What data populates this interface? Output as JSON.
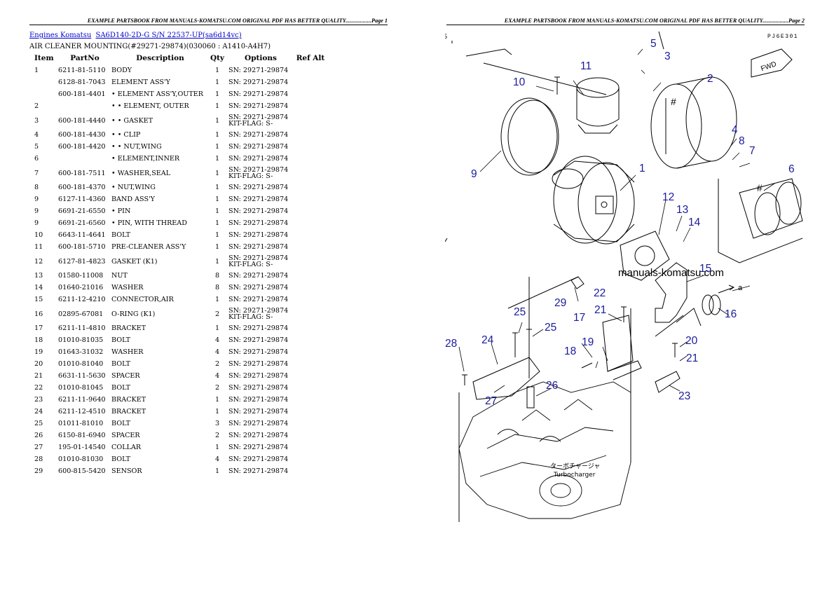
{
  "header_left": "EXAMPLE PARTSBOOK FROM MANUALS-KOMATSU.COM ORIGINAL PDF HAS BETTER QUALITY..................Page 1",
  "header_right": "EXAMPLE PARTSBOOK FROM MANUALS-KOMATSU.COM ORIGINAL PDF HAS BETTER QUALITY..................Page 2",
  "breadcrumb": {
    "brand": "Engines Komatsu",
    "model": "SA6D140-2D-G S/N 22537-UP(sa6d14vc)"
  },
  "section_title": "AIR CLEANER MOUNTING(#29271-29874)(030060 : A1410-A4H7)",
  "columns": {
    "item": "Item",
    "partno": "PartNo",
    "description": "Description",
    "qty": "Qty",
    "options": "Options",
    "refalt": "Ref Alt"
  },
  "parts": [
    {
      "item": "1",
      "partno": "6211-81-5110",
      "description": "BODY",
      "qty": "1",
      "options": "SN: 29271-29874",
      "options2": ""
    },
    {
      "item": "",
      "partno": "6128-81-7043",
      "description": "ELEMENT ASS'Y",
      "qty": "1",
      "options": "SN: 29271-29874",
      "options2": ""
    },
    {
      "item": "",
      "partno": "600-181-4401",
      "description": "• ELEMENT ASS'Y,OUTER",
      "qty": "1",
      "options": "SN: 29271-29874",
      "options2": ""
    },
    {
      "item": "2",
      "partno": "",
      "description": "• • ELEMENT, OUTER",
      "qty": "1",
      "options": "SN: 29271-29874",
      "options2": ""
    },
    {
      "item": "3",
      "partno": "600-181-4440",
      "description": "• • GASKET",
      "qty": "1",
      "options": "SN: 29271-29874",
      "options2": "KIT-FLAG: S-"
    },
    {
      "item": "4",
      "partno": "600-181-4430",
      "description": "• • CLIP",
      "qty": "1",
      "options": "SN: 29271-29874",
      "options2": ""
    },
    {
      "item": "5",
      "partno": "600-181-4420",
      "description": "• • NUT,WING",
      "qty": "1",
      "options": "SN: 29271-29874",
      "options2": ""
    },
    {
      "item": "6",
      "partno": "",
      "description": "• ELEMENT,INNER",
      "qty": "1",
      "options": "SN: 29271-29874",
      "options2": ""
    },
    {
      "item": "7",
      "partno": "600-181-7511",
      "description": "• WASHER,SEAL",
      "qty": "1",
      "options": "SN: 29271-29874",
      "options2": "KIT-FLAG: S-"
    },
    {
      "item": "8",
      "partno": "600-181-4370",
      "description": "• NUT,WING",
      "qty": "1",
      "options": "SN: 29271-29874",
      "options2": ""
    },
    {
      "item": "9",
      "partno": "6127-11-4360",
      "description": "BAND ASS'Y",
      "qty": "1",
      "options": "SN: 29271-29874",
      "options2": ""
    },
    {
      "item": "9",
      "partno": "6691-21-6550",
      "description": "• PIN",
      "qty": "1",
      "options": "SN: 29271-29874",
      "options2": ""
    },
    {
      "item": "9",
      "partno": "6691-21-6560",
      "description": "• PIN, WITH THREAD",
      "qty": "1",
      "options": "SN: 29271-29874",
      "options2": ""
    },
    {
      "item": "10",
      "partno": "6643-11-4641",
      "description": "BOLT",
      "qty": "1",
      "options": "SN: 29271-29874",
      "options2": ""
    },
    {
      "item": "11",
      "partno": "600-181-5710",
      "description": "PRE-CLEANER ASS'Y",
      "qty": "1",
      "options": "SN: 29271-29874",
      "options2": ""
    },
    {
      "item": "12",
      "partno": "6127-81-4823",
      "description": "GASKET (K1)",
      "qty": "1",
      "options": "SN: 29271-29874",
      "options2": "KIT-FLAG: S-"
    },
    {
      "item": "13",
      "partno": "01580-11008",
      "description": "NUT",
      "qty": "8",
      "options": "SN: 29271-29874",
      "options2": ""
    },
    {
      "item": "14",
      "partno": "01640-21016",
      "description": "WASHER",
      "qty": "8",
      "options": "SN: 29271-29874",
      "options2": ""
    },
    {
      "item": "15",
      "partno": "6211-12-4210",
      "description": "CONNECTOR,AIR",
      "qty": "1",
      "options": "SN: 29271-29874",
      "options2": ""
    },
    {
      "item": "16",
      "partno": "02895-67081",
      "description": "O-RING (K1)",
      "qty": "2",
      "options": "SN: 29271-29874",
      "options2": "KIT-FLAG: S-"
    },
    {
      "item": "17",
      "partno": "6211-11-4810",
      "description": "BRACKET",
      "qty": "1",
      "options": "SN: 29271-29874",
      "options2": ""
    },
    {
      "item": "18",
      "partno": "01010-81035",
      "description": "BOLT",
      "qty": "4",
      "options": "SN: 29271-29874",
      "options2": ""
    },
    {
      "item": "19",
      "partno": "01643-31032",
      "description": "WASHER",
      "qty": "4",
      "options": "SN: 29271-29874",
      "options2": ""
    },
    {
      "item": "20",
      "partno": "01010-81040",
      "description": "BOLT",
      "qty": "2",
      "options": "SN: 29271-29874",
      "options2": ""
    },
    {
      "item": "21",
      "partno": "6631-11-5630",
      "description": "SPACER",
      "qty": "4",
      "options": "SN: 29271-29874",
      "options2": ""
    },
    {
      "item": "22",
      "partno": "01010-81045",
      "description": "BOLT",
      "qty": "2",
      "options": "SN: 29271-29874",
      "options2": ""
    },
    {
      "item": "23",
      "partno": "6211-11-9640",
      "description": "BRACKET",
      "qty": "1",
      "options": "SN: 29271-29874",
      "options2": ""
    },
    {
      "item": "24",
      "partno": "6211-12-4510",
      "description": "BRACKET",
      "qty": "1",
      "options": "SN: 29271-29874",
      "options2": ""
    },
    {
      "item": "25",
      "partno": "01011-81010",
      "description": "BOLT",
      "qty": "3",
      "options": "SN: 29271-29874",
      "options2": ""
    },
    {
      "item": "26",
      "partno": "6150-81-6940",
      "description": "SPACER",
      "qty": "2",
      "options": "SN: 29271-29874",
      "options2": ""
    },
    {
      "item": "27",
      "partno": "195-01-14540",
      "description": "COLLAR",
      "qty": "1",
      "options": "SN: 29271-29874",
      "options2": ""
    },
    {
      "item": "28",
      "partno": "01010-81030",
      "description": "BOLT",
      "qty": "4",
      "options": "SN: 29271-29874",
      "options2": ""
    },
    {
      "item": "29",
      "partno": "600-815-5420",
      "description": "SENSOR",
      "qty": "1",
      "options": "SN: 29271-29874",
      "options2": ""
    }
  ],
  "diagram": {
    "code": "PJ6E301",
    "fwd": "FWD",
    "watermark": "manuals-komatsu.com",
    "turbo_jp": "ターボチャージャ",
    "turbo_en": "Turbocharger",
    "arrow_letter": "a",
    "side_mark": "5",
    "callouts": [
      {
        "id": "1",
        "label": "1"
      },
      {
        "id": "2",
        "label": "2"
      },
      {
        "id": "3",
        "label": "3"
      },
      {
        "id": "4",
        "label": "4"
      },
      {
        "id": "5",
        "label": "5"
      },
      {
        "id": "6",
        "label": "6"
      },
      {
        "id": "7",
        "label": "7"
      },
      {
        "id": "8",
        "label": "8"
      },
      {
        "id": "9",
        "label": "9"
      },
      {
        "id": "10",
        "label": "10"
      },
      {
        "id": "11",
        "label": "11"
      },
      {
        "id": "12",
        "label": "12"
      },
      {
        "id": "13",
        "label": "13"
      },
      {
        "id": "14",
        "label": "14"
      },
      {
        "id": "15",
        "label": "15"
      },
      {
        "id": "16",
        "label": "16"
      },
      {
        "id": "17",
        "label": "17"
      },
      {
        "id": "18",
        "label": "18"
      },
      {
        "id": "19",
        "label": "19"
      },
      {
        "id": "20",
        "label": "20"
      },
      {
        "id": "21a",
        "label": "21"
      },
      {
        "id": "21b",
        "label": "21"
      },
      {
        "id": "22",
        "label": "22"
      },
      {
        "id": "23",
        "label": "23"
      },
      {
        "id": "24",
        "label": "24"
      },
      {
        "id": "25a",
        "label": "25"
      },
      {
        "id": "25b",
        "label": "25"
      },
      {
        "id": "26",
        "label": "26"
      },
      {
        "id": "27",
        "label": "27"
      },
      {
        "id": "28",
        "label": "28"
      },
      {
        "id": "29",
        "label": "29"
      }
    ]
  }
}
